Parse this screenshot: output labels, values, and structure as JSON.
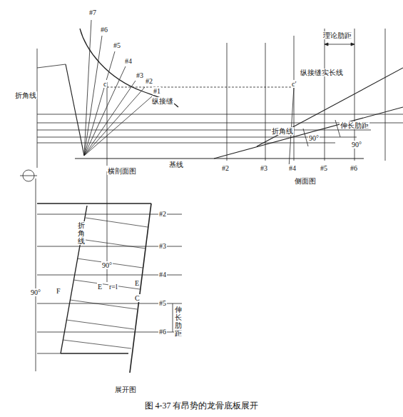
{
  "diagram": {
    "caption": "图 4-37  有昂势的龙骨底板展开",
    "labels": [
      "#7",
      "#6",
      "#5",
      "#4",
      "#3",
      "#2",
      "#1",
      "折角线",
      "纵接缝",
      "c",
      "横剖面图",
      "基线",
      "理论肋距",
      "c′",
      "纵接缝实长线",
      "折角线",
      "90°",
      "伸长肋距",
      "90°",
      "#2",
      "#3",
      "#4",
      "#5",
      "#6",
      "侧面图",
      "#2",
      "#3",
      "#4",
      "#5",
      "#6",
      "折角线",
      "90°",
      "90°",
      "F",
      "E",
      "r=l",
      "E",
      "C",
      "伸长肋距",
      "展开图"
    ]
  }
}
